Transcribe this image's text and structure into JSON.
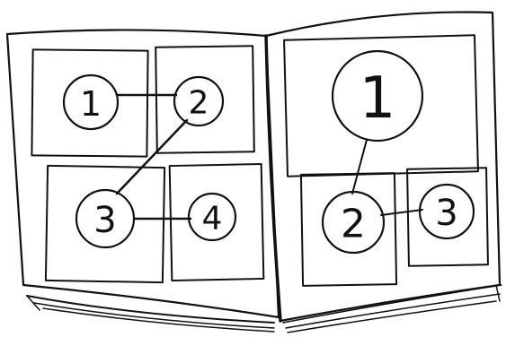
{
  "colors": {
    "ink": "#111111",
    "paper": "#ffffff"
  },
  "left_page": {
    "labels": [
      "1",
      "2",
      "3",
      "4"
    ],
    "reading_order": [
      [
        "1",
        "2"
      ],
      [
        "2",
        "3"
      ],
      [
        "3",
        "4"
      ]
    ]
  },
  "right_page": {
    "labels": [
      "1",
      "2",
      "3"
    ],
    "reading_order": [
      [
        "1",
        "2"
      ],
      [
        "2",
        "3"
      ]
    ]
  }
}
